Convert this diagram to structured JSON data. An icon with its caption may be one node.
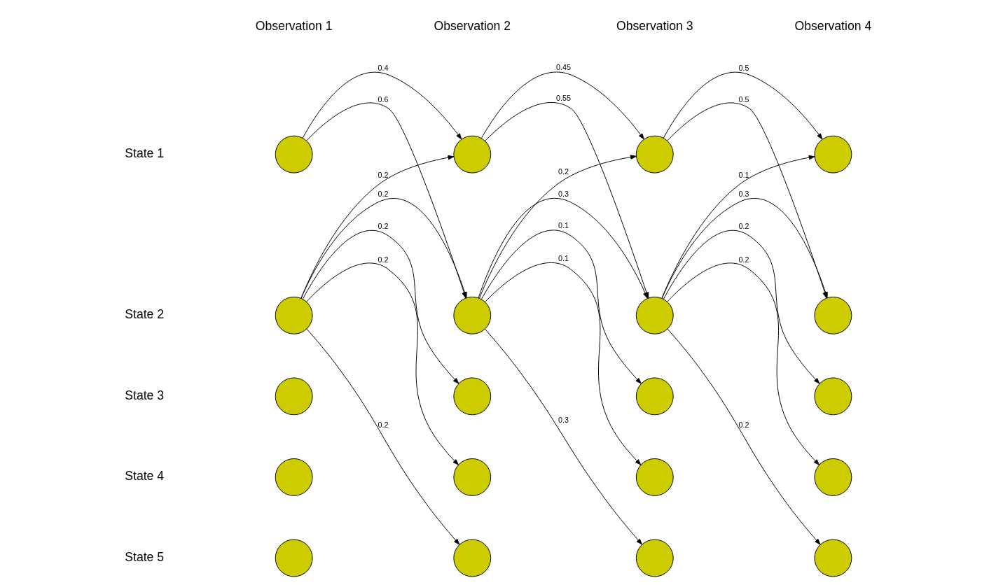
{
  "diagram": {
    "nodes": [
      {
        "text": [],
        "shape": "circle"
      },
      {
        "text": [],
        "shape": "circle"
      },
      {
        "text": [],
        "shape": "circle"
      },
      {
        "text": [],
        "shape": "circle"
      },
      {
        "text": [],
        "shape": "circle"
      },
      {
        "text": [],
        "shape": "circle"
      },
      {
        "text": [],
        "shape": "circle"
      },
      {
        "text": [],
        "shape": "circle"
      },
      {
        "text": [],
        "shape": "circle"
      },
      {
        "text": [],
        "shape": "circle"
      },
      {
        "text": [],
        "shape": "circle"
      },
      {
        "text": [],
        "shape": "circle"
      },
      {
        "text": [],
        "shape": "circle"
      },
      {
        "text": [],
        "shape": "circle"
      },
      {
        "text": [],
        "shape": "circle"
      },
      {
        "text": [],
        "shape": "circle"
      },
      {
        "text": [],
        "shape": "circle"
      },
      {
        "text": [],
        "shape": "circle"
      },
      {
        "text": [],
        "shape": "circle"
      },
      {
        "text": [],
        "shape": "circle"
      }
    ],
    "edges": [
      {
        "from": 0,
        "to": 1,
        "arrow": "to",
        "label": "0.4"
      },
      {
        "from": 0,
        "to": 5,
        "arrow": "to",
        "label": "0.6"
      },
      {
        "from": 4,
        "to": 1,
        "arrow": "to",
        "label": "0.2"
      },
      {
        "from": 4,
        "to": 5,
        "arrow": "to",
        "label": "0.2"
      },
      {
        "from": 4,
        "to": 9,
        "arrow": "to",
        "label": "0.2"
      },
      {
        "from": 4,
        "to": 13,
        "arrow": "to",
        "label": "0.2"
      },
      {
        "from": 4,
        "to": 17,
        "arrow": "to",
        "label": "0.2"
      },
      {
        "from": 1,
        "to": 2,
        "arrow": "to",
        "label": "0.45"
      },
      {
        "from": 1,
        "to": 6,
        "arrow": "to",
        "label": "0.55"
      },
      {
        "from": 5,
        "to": 2,
        "arrow": "to",
        "label": "0.2"
      },
      {
        "from": 5,
        "to": 6,
        "arrow": "to",
        "label": "0.3"
      },
      {
        "from": 5,
        "to": 10,
        "arrow": "to",
        "label": "0.1"
      },
      {
        "from": 5,
        "to": 14,
        "arrow": "to",
        "label": "0.1"
      },
      {
        "from": 5,
        "to": 18,
        "arrow": "to",
        "label": "0.3"
      },
      {
        "from": 2,
        "to": 3,
        "arrow": "to",
        "label": "0.5"
      },
      {
        "from": 2,
        "to": 7,
        "arrow": "to",
        "label": "0.5"
      },
      {
        "from": 6,
        "to": 3,
        "arrow": "to",
        "label": "0.1"
      },
      {
        "from": 6,
        "to": 7,
        "arrow": "to",
        "label": "0.3"
      },
      {
        "from": 6,
        "to": 11,
        "arrow": "to",
        "label": "0.2"
      },
      {
        "from": 6,
        "to": 15,
        "arrow": "to",
        "label": "0.2"
      },
      {
        "from": 6,
        "to": 19,
        "arrow": "to",
        "label": "0.2"
      }
    ],
    "labels": [
      "Observation 1",
      "Observation 2",
      "Observation 3",
      "Observation 4",
      "State 1",
      "State 2",
      "State 3",
      "State 4",
      "State 5"
    ]
  }
}
